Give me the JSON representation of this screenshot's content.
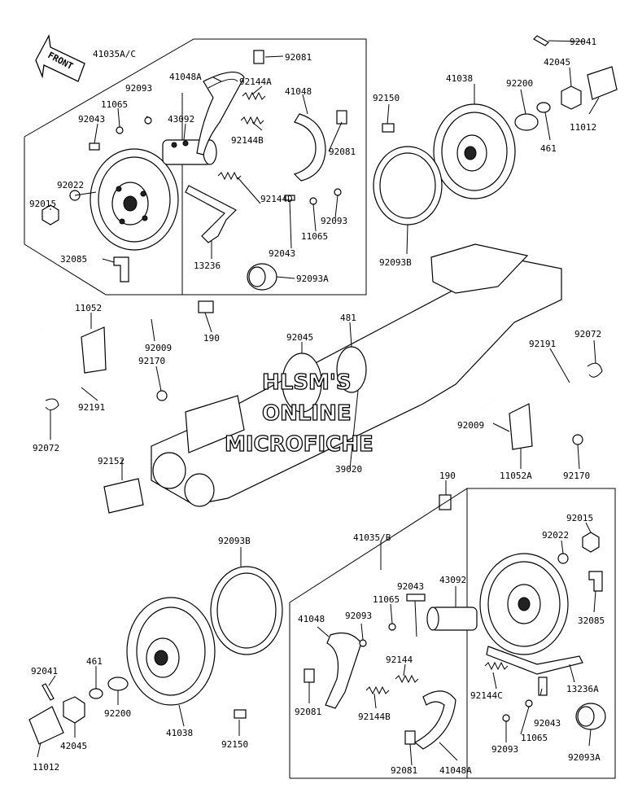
{
  "front_label": "FRONT",
  "watermark": [
    "HLSM'S",
    "ONLINE",
    "MICROFICHE"
  ],
  "labels": {
    "l41035ac": "41035A/C",
    "l92081_a": "92081",
    "l41048A_a": "41048A",
    "l92144A": "92144A",
    "l41048_a": "41048",
    "l92093_a": "92093",
    "l11065_a": "11065",
    "l92043_a": "92043",
    "l43092_a": "43092",
    "l92144B_a": "92144B",
    "l92081_b": "92081",
    "l92022_a": "92022",
    "l92015_a": "92015",
    "l92144D": "92144D",
    "l92093_b": "92093",
    "l11065_b": "11065",
    "l92043_b": "92043",
    "l32085_a": "32085",
    "l13236": "13236",
    "l92093A_a": "92093A",
    "l92041_a": "92041",
    "l42045_a": "42045",
    "l41038_a": "41038",
    "l92200_a": "92200",
    "l92150_a": "92150",
    "l11012_a": "11012",
    "l461_a": "461",
    "l92093B_a": "92093B",
    "l11052": "11052",
    "l92009_a": "92009",
    "l92170_a": "92170",
    "l190_a": "190",
    "l92045": "92045",
    "l481": "481",
    "l92191_a": "92191",
    "l92072_a": "92072",
    "l92072_b": "92072",
    "l92191_b": "92191",
    "l92152": "92152",
    "l39020": "39020",
    "l92009_b": "92009",
    "l11052A": "11052A",
    "l92170_b": "92170",
    "l190_b": "190",
    "l92093B_b": "92093B",
    "l41035b": "41035/B",
    "l92015_b": "92015",
    "l92022_b": "92022",
    "l92043_c": "92043",
    "l43092_b": "43092",
    "l11065_c": "11065",
    "l41048_b": "41048",
    "l92093_c": "92093",
    "l32085_b": "32085",
    "l92144": "92144",
    "l92041_b": "92041",
    "l461_b": "461",
    "l92200_b": "92200",
    "l92081_c": "92081",
    "l92144B_b": "92144B",
    "l92144C": "92144C",
    "l13236A": "13236A",
    "l92043_d": "92043",
    "l11065_d": "11065",
    "l42045_b": "42045",
    "l41038_b": "41038",
    "l92150_b": "92150",
    "l92093_d": "92093",
    "l92093A_b": "92093A",
    "l11012_b": "11012",
    "l92081_d": "92081",
    "l41048A_b": "41048A"
  }
}
